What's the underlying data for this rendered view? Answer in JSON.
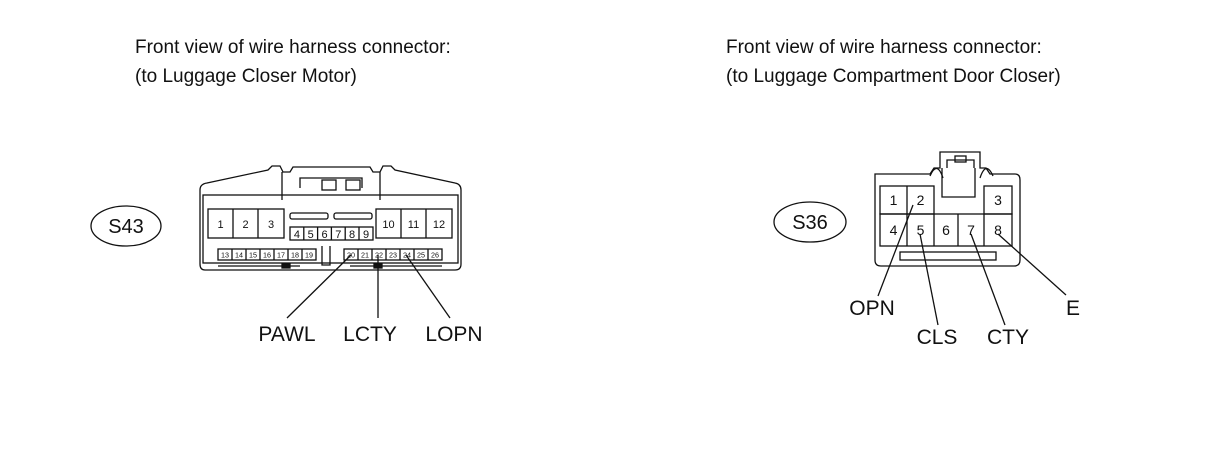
{
  "left": {
    "caption_line1": "Front view of wire harness connector:",
    "caption_line2": "(to Luggage Closer Motor)",
    "connector_id": "S43",
    "pins_top_left": [
      "1",
      "2",
      "3"
    ],
    "pins_top_right": [
      "10",
      "11",
      "12"
    ],
    "pins_middle": [
      "4",
      "5",
      "6",
      "7",
      "8",
      "9"
    ],
    "pins_bottom_left": [
      "13",
      "14",
      "15",
      "16",
      "17",
      "18",
      "19"
    ],
    "pins_bottom_right": [
      "20",
      "21",
      "22",
      "23",
      "24",
      "25",
      "26"
    ],
    "callouts": [
      "PAWL",
      "LCTY",
      "LOPN"
    ]
  },
  "right": {
    "caption_line1": "Front view of wire harness connector:",
    "caption_line2": "(to Luggage Compartment Door Closer)",
    "connector_id": "S36",
    "pins_row1": [
      "1",
      "2",
      "3"
    ],
    "pins_row2": [
      "4",
      "5",
      "6",
      "7",
      "8"
    ],
    "callouts": [
      "OPN",
      "CLS",
      "CTY",
      "E"
    ]
  }
}
